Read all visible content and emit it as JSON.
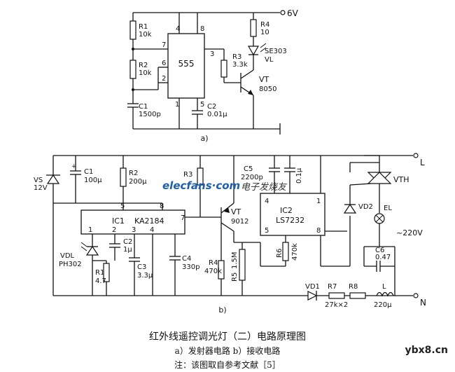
{
  "figure_a": {
    "supply": "6V",
    "r1": {
      "name": "R1",
      "value": "10k"
    },
    "r2": {
      "name": "R2",
      "value": "10k"
    },
    "c1": {
      "name": "C1",
      "value": "1500p"
    },
    "ic": "555",
    "pins": {
      "p4": "4",
      "p8": "8",
      "p7": "7",
      "p6": "6",
      "p2": "2",
      "p3": "3",
      "p1": "1",
      "p5": "5"
    },
    "c2": {
      "name": "C2",
      "value": "0.01μ"
    },
    "r3": {
      "name": "R3",
      "value": "3.3k"
    },
    "r4": {
      "name": "R4",
      "value": "10"
    },
    "led": {
      "name": "SE303",
      "sub": "VL"
    },
    "vt": {
      "name": "VT",
      "value": "8050"
    },
    "label": "a)"
  },
  "figure_b": {
    "vs": {
      "name": "VS",
      "value": "12V"
    },
    "c1": {
      "name": "C1",
      "value": "100μ"
    },
    "r2": {
      "name": "R2",
      "value": "200μ"
    },
    "r3": {
      "name": "R3"
    },
    "c5": {
      "name": "C5",
      "value": "2200p"
    },
    "c6top": {
      "value": "0.1μ"
    },
    "ic1": {
      "name": "IC1",
      "value": "KA2184"
    },
    "ic1_pins": {
      "p5": "5",
      "p8": "8",
      "p7": "7",
      "p1": "1",
      "p2": "2",
      "p3": "3",
      "p4": "4"
    },
    "vt": {
      "name": "VT",
      "value": "9012"
    },
    "ic2": {
      "name": "IC2",
      "value": "LS7232"
    },
    "ic2_pins": {
      "p4": "4",
      "p1": "1",
      "p5": "5",
      "p8": "8"
    },
    "vd2": "VD2",
    "vth": "VTH",
    "el": "EL",
    "mains": "~220V",
    "c6": {
      "name": "C6",
      "value": "0.47"
    },
    "l_top": "L",
    "n_bot": "N",
    "vdl": {
      "name": "VDL",
      "value": "PH302"
    },
    "r1": {
      "name": "R1",
      "value": "4.7"
    },
    "c2": {
      "name": "C2",
      "value": "1μ"
    },
    "c3": {
      "name": "C3",
      "value": "3.3μ"
    },
    "c4": {
      "name": "C4",
      "value": "330p"
    },
    "r4": {
      "name": "R4",
      "value": "470k"
    },
    "r5": {
      "name": "R5",
      "value": "1.5M"
    },
    "r6": {
      "name": "R6",
      "value": "470k"
    },
    "vd1": "VD1",
    "r7": "R7",
    "r8": "R8",
    "r78_value": "27k×2",
    "ind": {
      "name": "L",
      "value": "220μ"
    },
    "label": "b)"
  },
  "watermark": {
    "brand": "elecfans·com",
    "cn": "电子发烧友"
  },
  "caption": {
    "title": "红外线遥控调光灯（二）电路原理图",
    "subtitle": "a）发射器电路   b）接收电路",
    "note": "注：该图取自参考文献［5］",
    "site": "ybx8.cn"
  }
}
